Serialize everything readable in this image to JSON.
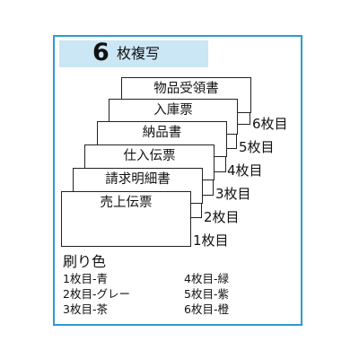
{
  "header": {
    "count": "6",
    "title": "枚複写"
  },
  "sheets": [
    {
      "label": "物品受領書",
      "count": "6枚目"
    },
    {
      "label": "入庫票",
      "count": "5枚目"
    },
    {
      "label": "納品書",
      "count": "4枚目"
    },
    {
      "label": "仕入伝票",
      "count": "3枚目"
    },
    {
      "label": "請求明細書",
      "count": "2枚目"
    },
    {
      "label": "売上伝票",
      "count": "1枚目"
    }
  ],
  "legend": {
    "title": "刷り色",
    "items": [
      "1枚目-青",
      "2枚目-グレー",
      "3枚目-茶",
      "4枚目-緑",
      "5枚目-紫",
      "6枚目-橙"
    ]
  },
  "colors": {
    "frame": "#2b9bd3",
    "header_bg": "#cbe6f4"
  }
}
